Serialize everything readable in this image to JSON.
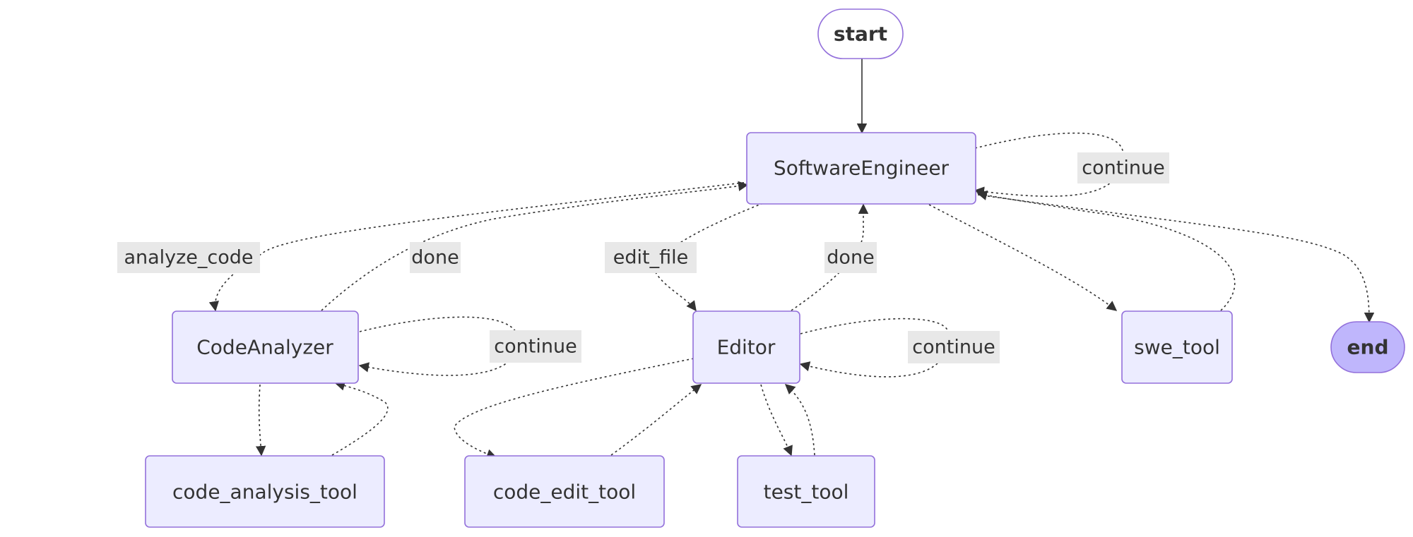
{
  "nodes": {
    "start": "start",
    "software_engineer": "SoftwareEngineer",
    "code_analyzer": "CodeAnalyzer",
    "editor": "Editor",
    "swe_tool": "swe_tool",
    "end": "end",
    "code_analysis_tool": "code_analysis_tool",
    "code_edit_tool": "code_edit_tool",
    "test_tool": "test_tool"
  },
  "edge_labels": {
    "se_continue": "continue",
    "analyze_code": "analyze_code",
    "ca_done": "done",
    "edit_file": "edit_file",
    "ed_done": "done",
    "ca_continue": "continue",
    "ed_continue": "continue"
  },
  "colors": {
    "node_fill": "#ECECFF",
    "node_stroke": "#9370DB",
    "end_fill": "#BFB6FC",
    "edge": "#333333",
    "label_bg": "#e8e8e8"
  }
}
